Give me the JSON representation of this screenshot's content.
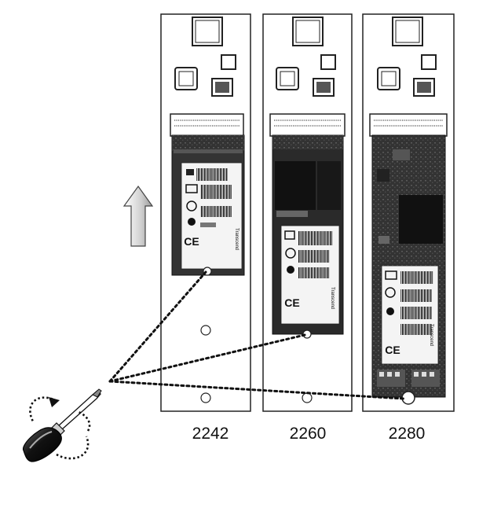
{
  "diagram": {
    "slots": [
      {
        "size_label": "2242",
        "ssd_label": "Transcend"
      },
      {
        "size_label": "2260",
        "ssd_label": "Transcend"
      },
      {
        "size_label": "2280",
        "ssd_label": "Transcend"
      }
    ],
    "colors": {
      "outline": "#222222",
      "chip": "#1a1a1a",
      "pcb_dark": "#2b2b2b",
      "pcb_mid": "#3a3a3a",
      "label_bg": "#f4f4f4",
      "arrow_fill": "#d0d0d0"
    },
    "icons": [
      "up-arrow-icon",
      "screwdriver-icon",
      "rotation-arrow-icon"
    ]
  }
}
